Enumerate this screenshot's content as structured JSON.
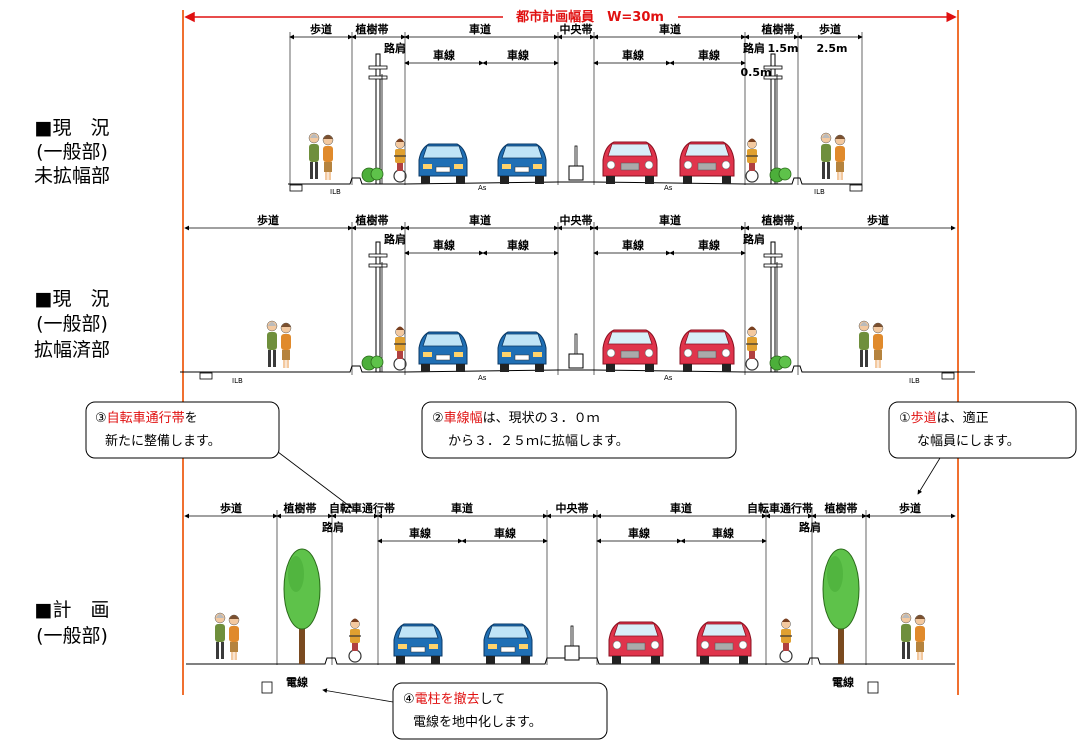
{
  "title": "都市計画幅員　W=30m",
  "colors": {
    "boundary": "#f07030",
    "car_blue": "#1f6fb5",
    "car_red": "#e0344c",
    "tree": "#4caf3a"
  },
  "sections": [
    {
      "label_l1": "■現　況",
      "label_l2": "(一般部)",
      "label_l3": "未拡幅部",
      "dims": [
        "歩道",
        "植樹帯",
        "車道",
        "中央帯",
        "車道",
        "植樹帯",
        "歩道"
      ],
      "lane": "車線",
      "shoulder": "路肩",
      "extra": [
        "1.5m",
        "2.5m",
        "0.5m"
      ],
      "ilb": "ILB",
      "as": "As"
    },
    {
      "label_l1": "■現　況",
      "label_l2": "(一般部)",
      "label_l3": "拡幅済部",
      "dims": [
        "歩道",
        "植樹帯",
        "車道",
        "中央帯",
        "車道",
        "植樹帯",
        "歩道"
      ],
      "lane": "車線",
      "shoulder": "路肩",
      "ilb": "ILB",
      "as": "As"
    },
    {
      "label_l1": "■計　画",
      "label_l2": "(一般部)",
      "dims": [
        "歩道",
        "植樹帯",
        "自転車通行帯",
        "車道",
        "中央帯",
        "車道",
        "自転車通行帯",
        "植樹帯",
        "歩道"
      ],
      "lane": "車線",
      "shoulder": "路肩",
      "cable": "電線"
    }
  ],
  "notes": {
    "n3": {
      "num": "③",
      "red": "自転車通行帯",
      "rest": "を",
      "l2": "新たに整備します。"
    },
    "n2": {
      "num": "②",
      "red": "車線幅",
      "rest": "は、現状の３．０ｍ",
      "l2": "から３．２５ｍに拡幅します。"
    },
    "n1": {
      "num": "①",
      "red": "歩道",
      "rest": "は、適正",
      "l2": "な幅員にします。"
    },
    "n4": {
      "num": "④",
      "red": "電柱を撤去",
      "rest": "して",
      "l2": "電線を地中化します。"
    }
  }
}
